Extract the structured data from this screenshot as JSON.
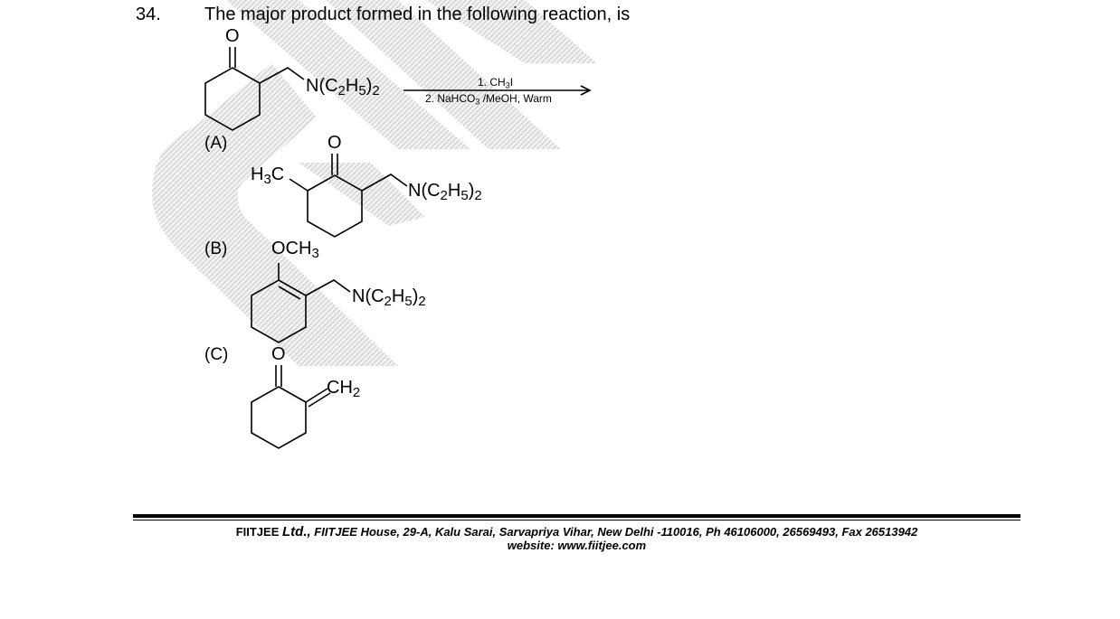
{
  "question": {
    "number": "34.",
    "text": "The major product formed in the following reaction, is"
  },
  "reaction": {
    "reactant_substituent": "N(C2H5)2",
    "reagent_1": "1. CH3I",
    "reagent_2": "2. NaHCO3 /MeOH, Warm"
  },
  "options": [
    {
      "label": "(A)",
      "groups": [
        "O",
        "H3C",
        "N(C2H5)2"
      ]
    },
    {
      "label": "(B)",
      "groups": [
        "OCH3",
        "N(C2H5)2"
      ]
    },
    {
      "label": "(C)",
      "groups": [
        "O",
        "CH2"
      ]
    }
  ],
  "reactant_carbonyl": "O",
  "footer": {
    "brand": "FIITJEE",
    "ltd": "Ltd.,",
    "address": "FIITJEE House, 29-A, Kalu  Sarai, Sarvapriya Vihar, New Delhi -110016, Ph 46106000, 26569493, Fax 26513942",
    "website": "website: www.fiitjee.com"
  },
  "colors": {
    "watermark": "#c8c8c8",
    "text": "#000000"
  }
}
